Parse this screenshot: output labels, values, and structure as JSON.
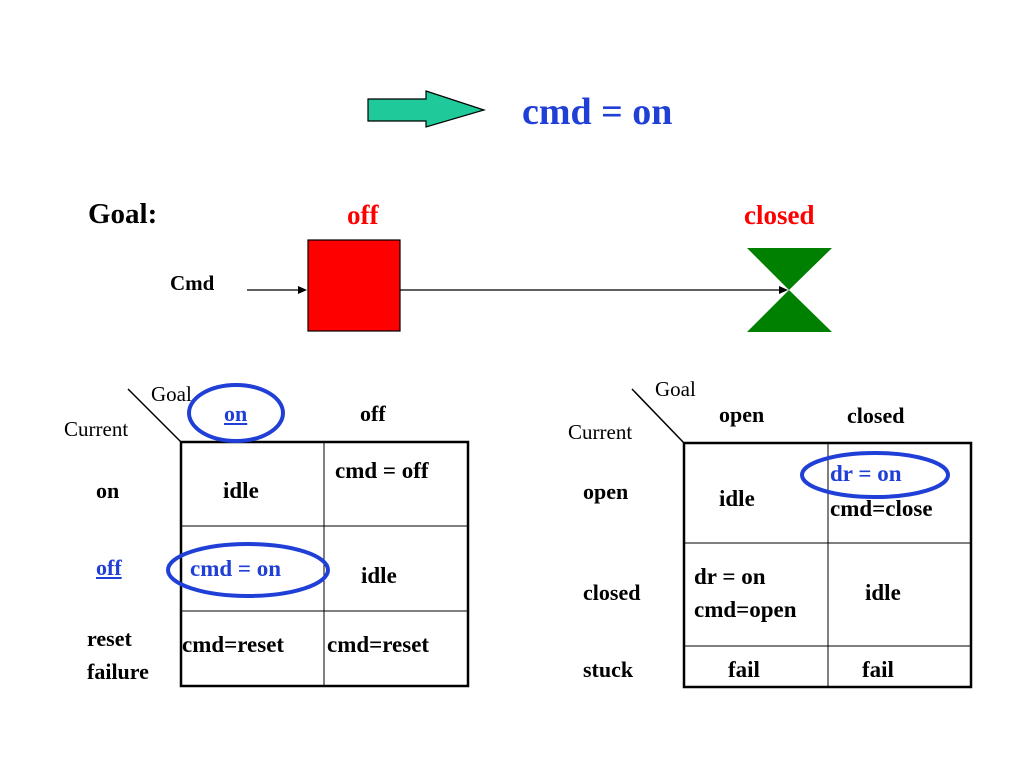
{
  "header": {
    "title": "cmd = on"
  },
  "goal_row": {
    "label": "Goal:",
    "cmd_label": "Cmd",
    "switch_state": "off",
    "valve_state": "closed"
  },
  "colors": {
    "arrow_fill": "#1fc99a",
    "switch_fill": "#ff0000",
    "valve_fill": "#008000",
    "highlight": "#1f3fd6",
    "state_text": "#ff0000"
  },
  "table_left": {
    "goal_label": "Goal",
    "current_label": "Current",
    "col_headers": [
      "on",
      "off"
    ],
    "row_headers": [
      "on",
      "off",
      "reset failure"
    ],
    "cells": [
      [
        "idle",
        "cmd = off"
      ],
      [
        "cmd = on",
        "idle"
      ],
      [
        "cmd=reset",
        "cmd=reset"
      ]
    ]
  },
  "table_right": {
    "goal_label": "Goal",
    "current_label": "Current",
    "col_headers": [
      "open",
      "closed"
    ],
    "row_headers": [
      "open",
      "closed",
      "stuck"
    ],
    "cells": [
      [
        "idle",
        "dr = on",
        "cmd=close"
      ],
      [
        "dr = on",
        "cmd=open",
        "idle"
      ],
      [
        "fail",
        "fail"
      ]
    ]
  }
}
